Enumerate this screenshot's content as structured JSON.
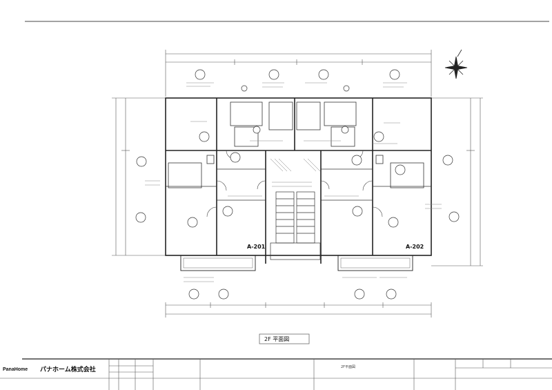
{
  "drawing": {
    "caption": "2F 平面図",
    "units": [
      {
        "id": "A-201",
        "label": "A-201"
      },
      {
        "id": "A-202",
        "label": "A-202"
      }
    ]
  },
  "title_block": {
    "brand_en": "PanaHome",
    "brand_jp": "パナホーム株式会社",
    "drawing_name": "2F平面図"
  }
}
